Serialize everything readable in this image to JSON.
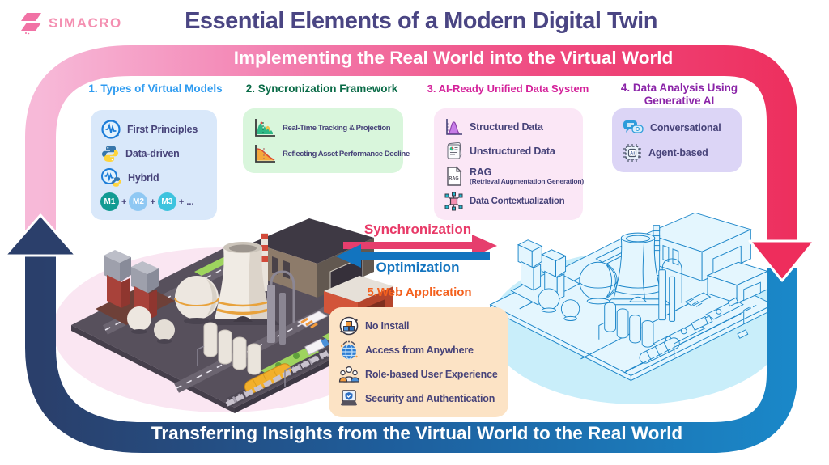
{
  "brand": {
    "name": "SIMACRO"
  },
  "header": {
    "title": "Essential Elements of a Modern Digital Twin"
  },
  "banners": {
    "top": "Implementing the Real World into the Virtual World",
    "bottom": "Transferring Insights from the Virtual World to the Real World"
  },
  "center": {
    "sync": "Synchronization",
    "opt": "Optimization"
  },
  "sections": {
    "models": {
      "heading": "1. Types of Virtual Models",
      "items": [
        "First Principles",
        "Data-driven",
        "Hybrid"
      ],
      "chips": [
        "M1",
        "M2",
        "M3"
      ],
      "plus": "+",
      "more": "+ ..."
    },
    "sync_framework": {
      "heading": "2. Syncronization Framework",
      "items": [
        "Real-Time Tracking & Projection",
        "Reflecting Asset Performance Decline"
      ]
    },
    "data_system": {
      "heading": "3. AI-Ready Unified Data System",
      "items": [
        "Structured Data",
        "Unstructured Data",
        "RAG",
        "Data Contextualization"
      ],
      "rag_sub": "(Retrieval Augmentation Generation)",
      "rag_icon_label": "RAG"
    },
    "gen_ai": {
      "heading": "4. Data Analysis Using Generative AI",
      "items": [
        "Conversational",
        "Agent-based"
      ],
      "ai_chip_label": "Ai"
    },
    "web_app": {
      "heading": "5.Web Application",
      "items": [
        "No Install",
        "Access from Anywhere",
        "Role-based User Experience",
        "Security and Authentication"
      ]
    }
  },
  "palette": {
    "title": "#4A4583",
    "brand_pink": "#F48FB1",
    "banner_pink_light": "#F7B9D8",
    "banner_pink_deep": "#ED2D5B",
    "banner_navy": "#2A3F6B",
    "banner_blue": "#1A8ACB",
    "heading1_blue": "#2E9BF0",
    "heading2_green": "#0A6B47",
    "heading3_magenta": "#D4219A",
    "heading4_purple": "#8B24A8",
    "web_orange": "#F4611E",
    "card_text": "#474379",
    "sync_pink": "#E83A68",
    "opt_blue": "#1274BF"
  }
}
